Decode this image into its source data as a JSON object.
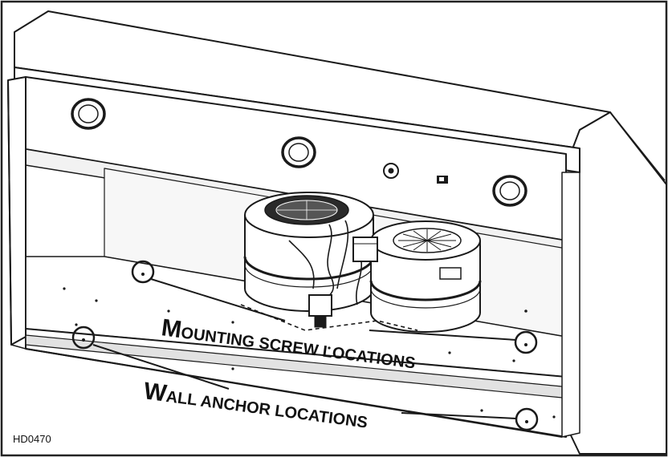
{
  "figure": {
    "code": "HD0470",
    "callouts": {
      "mounting_screws": {
        "initial": "M",
        "rest": "OUNTING SCREW LOCATIONS"
      },
      "wall_anchors": {
        "initial": "W",
        "rest": "ALL ANCHOR LOCATIONS"
      }
    },
    "colors": {
      "line": "#1a1a1a",
      "fill": "#ffffff",
      "shade": "#e9e9e9",
      "frame": "#222222"
    }
  }
}
